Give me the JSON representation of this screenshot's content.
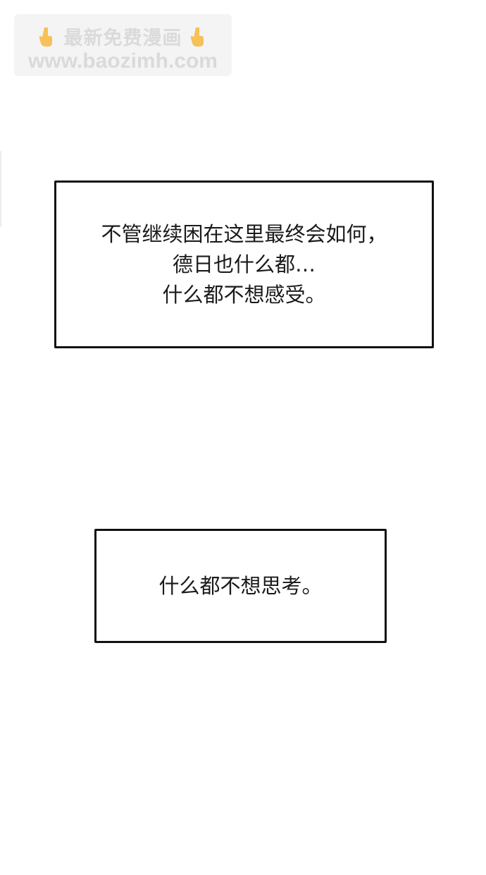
{
  "watermark": {
    "title": "最新免费漫画",
    "url": "www.baozimh.com",
    "icon_left": "pointing-down-hand-icon",
    "icon_right": "pointing-down-hand-icon"
  },
  "captions": [
    {
      "lines": [
        "不管继续困在这里最终会如何，",
        "德日也什么都…",
        "什么都不想感受。"
      ]
    },
    {
      "lines": [
        "什么都不想思考。"
      ]
    }
  ],
  "colors": {
    "background": "#ffffff",
    "border": "#111111",
    "text": "#1a1a1a",
    "watermark_text": "#d4d4d4",
    "hand_icon": "#f5b73b"
  }
}
